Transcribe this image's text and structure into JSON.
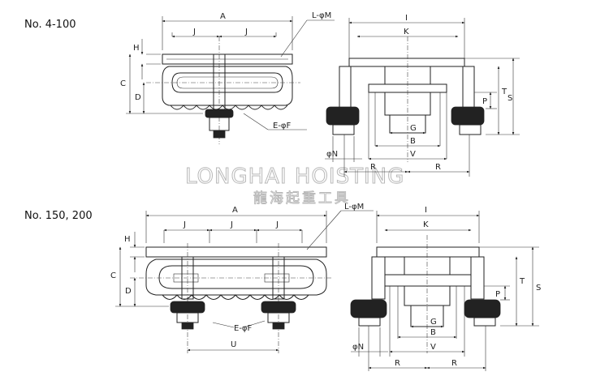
{
  "titles": {
    "small": "No. 4-100",
    "large": "No. 150, 200"
  },
  "watermark": {
    "latin": "LONGHAI HOISTING",
    "cjk": "龍海起重工具"
  },
  "labels": {
    "A": "A",
    "J": "J",
    "H": "H",
    "C": "C",
    "D": "D",
    "L_phiM": "L-φM",
    "E_phiF": "E-φF",
    "I": "I",
    "K": "K",
    "G": "G",
    "B": "B",
    "V": "V",
    "R": "R",
    "phiN": "φN",
    "P": "P",
    "T": "T",
    "S": "S",
    "U": "U"
  }
}
